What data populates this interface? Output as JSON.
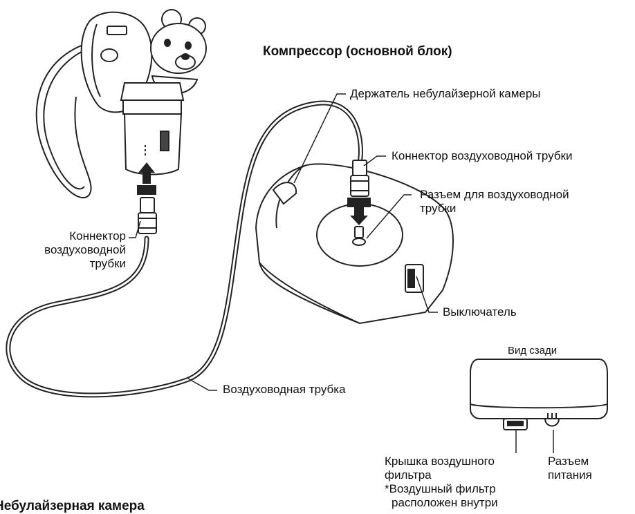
{
  "titles": {
    "compressor": "Компрессор (основной блок)",
    "nebulizer_kit": "Небулайзерная камера"
  },
  "labels": {
    "chamber_holder": "Держатель небулайзерной камеры",
    "connector_right": "Коннектор воздуховодной трубки",
    "air_tube_socket_line1": "Разъем для воздуховодной",
    "air_tube_socket_line2": "трубки",
    "switch": "Выключатель",
    "connector_left_line1": "Коннектор",
    "connector_left_line2": "воздуховодной",
    "connector_left_line3": "трубки",
    "air_tube": "Воздуховодная трубка",
    "rear_view": "Вид сзади",
    "filter_cover_line1": "Крышка воздушного",
    "filter_cover_line2": "фильтра",
    "filter_note_line1": "*Воздушный фильтр",
    "filter_note_line2": "расположен внутри",
    "power_socket_line1": "Разъем",
    "power_socket_line2": "питания"
  }
}
